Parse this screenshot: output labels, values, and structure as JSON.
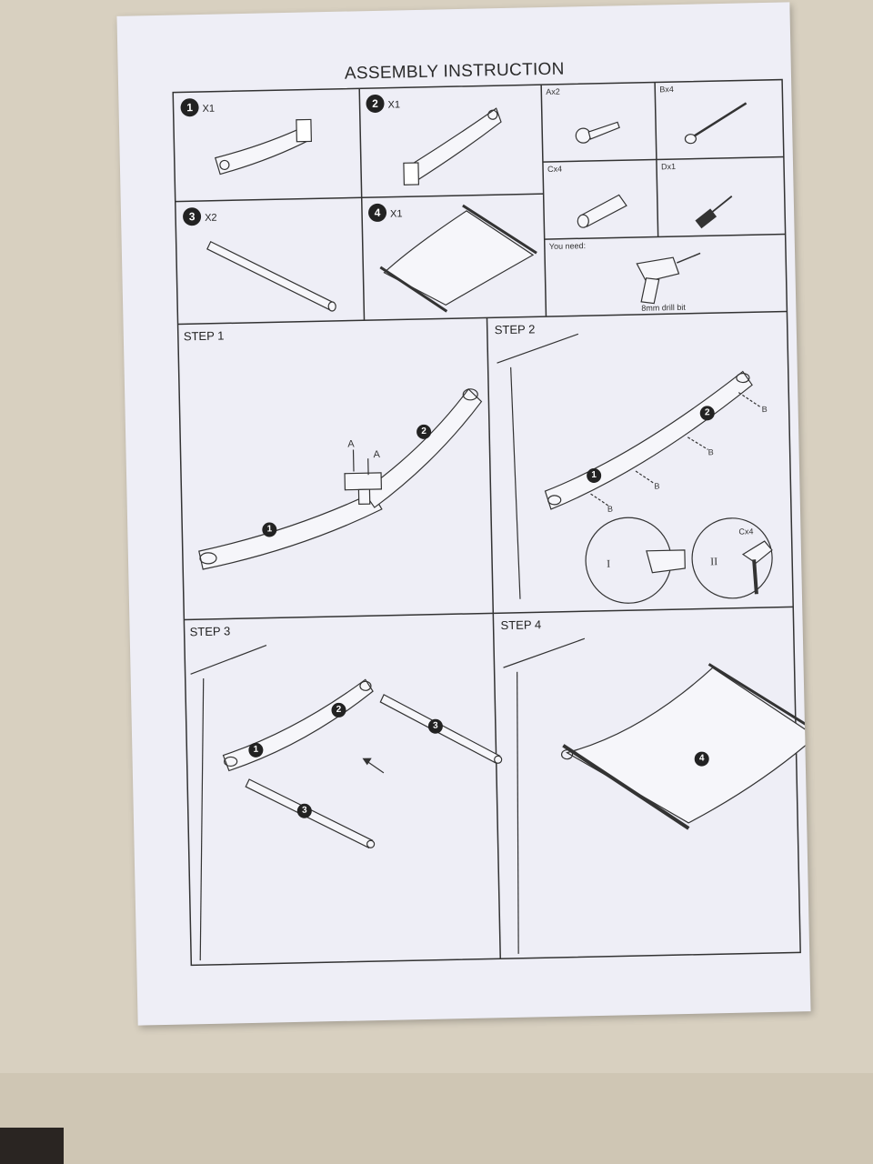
{
  "title": "ASSEMBLY INSTRUCTION",
  "parts": [
    {
      "number": "1",
      "qty": "X1"
    },
    {
      "number": "2",
      "qty": "X1"
    },
    {
      "number": "3",
      "qty": "X2"
    },
    {
      "number": "4",
      "qty": "X1"
    }
  ],
  "hardware": [
    {
      "label": "Ax2"
    },
    {
      "label": "Bx4"
    },
    {
      "label": "Cx4"
    },
    {
      "label": "Dx1"
    }
  ],
  "you_need": {
    "label": "You need:",
    "tool": "8mm drill bit"
  },
  "steps": [
    {
      "label": "STEP 1",
      "letters": [
        "A",
        "A"
      ]
    },
    {
      "label": "STEP 2",
      "letters": [
        "B",
        "B",
        "B",
        "B"
      ],
      "sub_labels": [
        "I",
        "II"
      ],
      "callout": "Cx4"
    },
    {
      "label": "STEP 3"
    },
    {
      "label": "STEP 4"
    }
  ]
}
